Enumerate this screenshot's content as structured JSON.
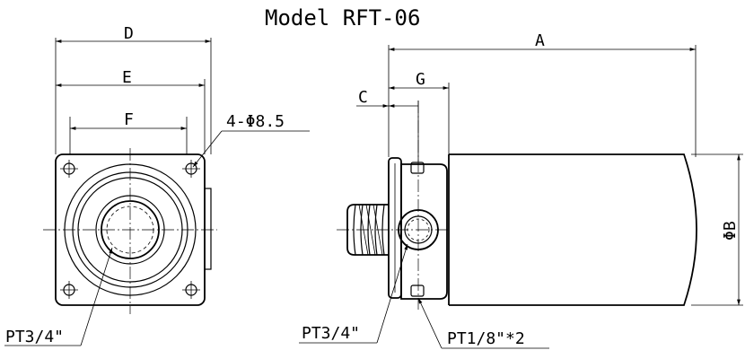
{
  "title": "Model RFT-06",
  "front_view": {
    "dims": {
      "D": "D",
      "E": "E",
      "F": "F"
    },
    "hole_note": "4-Φ8.5",
    "port_label": "PT3/4\""
  },
  "side_view": {
    "dims": {
      "A": "A",
      "G": "G",
      "C": "C",
      "B": "ΦB"
    },
    "port_label": "PT3/4\"",
    "vent_label": "PT1/8\"*2"
  }
}
